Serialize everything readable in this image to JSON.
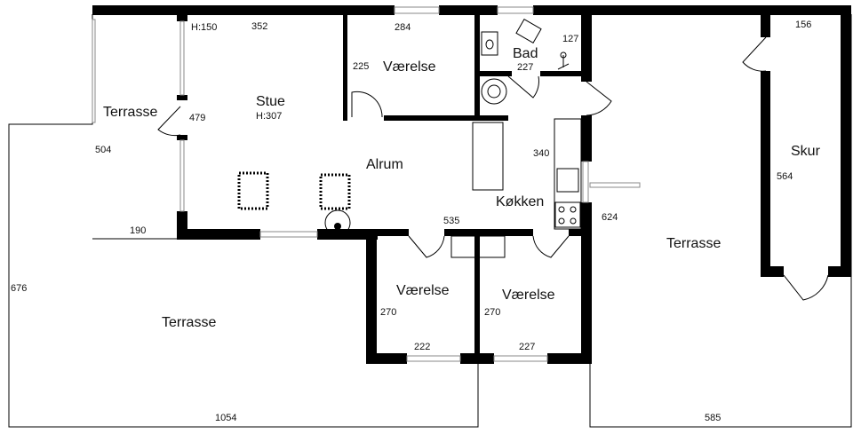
{
  "rooms": {
    "terrasse_left": "Terrasse",
    "stue": "Stue",
    "stue_height": "H:307",
    "vaerelse_top": "Værelse",
    "bad": "Bad",
    "alrum": "Alrum",
    "koekken": "Køkken",
    "skur": "Skur",
    "terrasse_right": "Terrasse",
    "terrasse_bottom": "Terrasse",
    "vaerelse_bottom_left": "Værelse",
    "vaerelse_bottom_right": "Værelse"
  },
  "dimensions": {
    "h150": "H:150",
    "d352": "352",
    "d284": "284",
    "d127": "127",
    "d156": "156",
    "d225": "225",
    "d227_bad": "227",
    "d479": "479",
    "d504": "504",
    "d340": "340",
    "d564": "564",
    "d190": "190",
    "d535": "535",
    "d624": "624",
    "d676": "676",
    "d270_left": "270",
    "d270_right": "270",
    "d222": "222",
    "d227_bottom": "227",
    "d1054": "1054",
    "d585": "585"
  }
}
